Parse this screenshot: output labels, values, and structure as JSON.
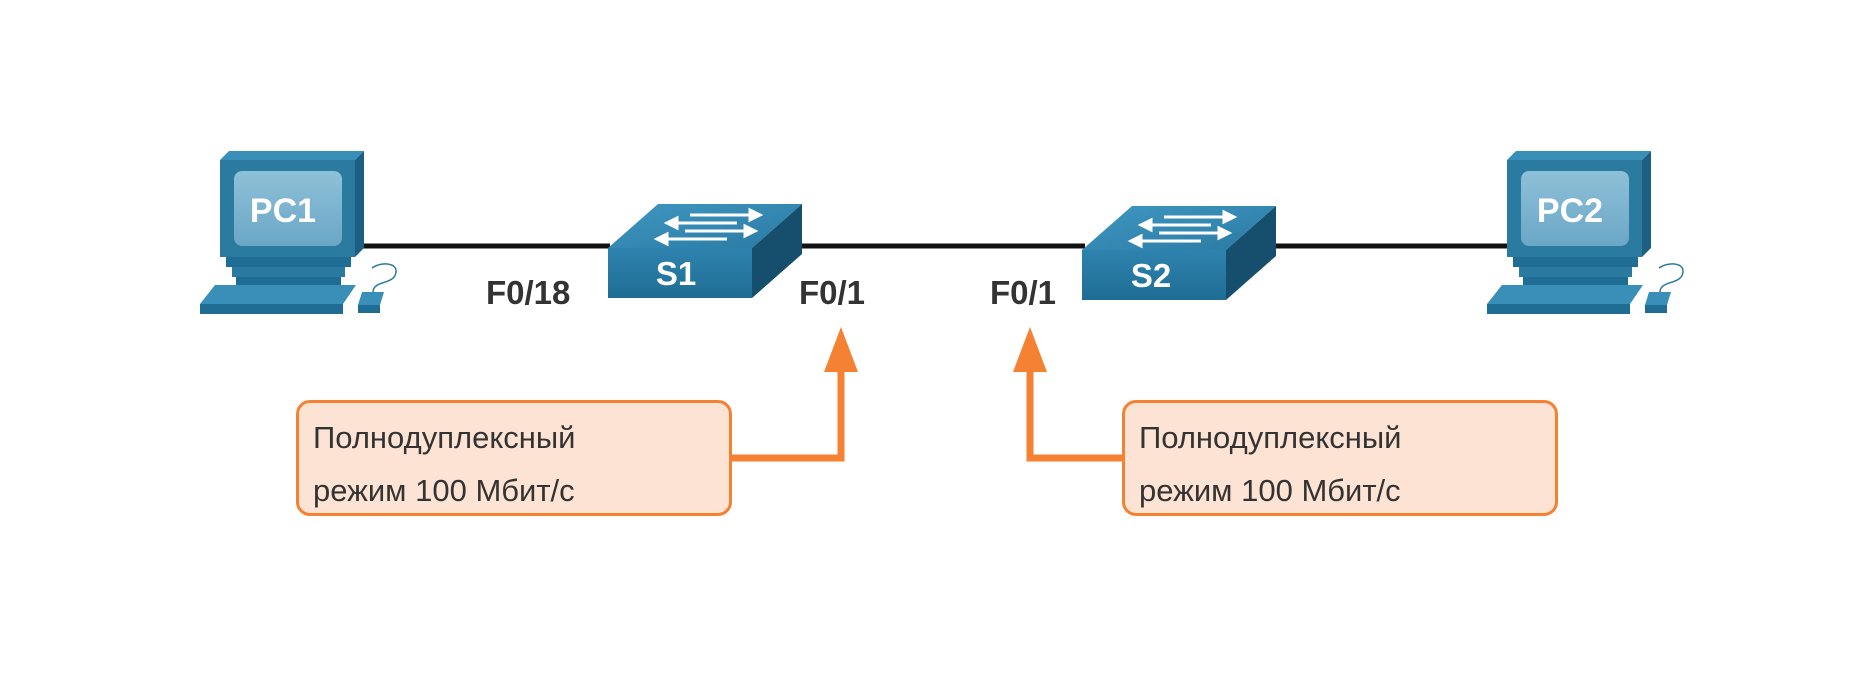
{
  "devices": {
    "pc1": {
      "label": "PC1"
    },
    "pc2": {
      "label": "PC2"
    },
    "s1": {
      "label": "S1"
    },
    "s2": {
      "label": "S2"
    }
  },
  "ports": {
    "s1_f018": "F0/18",
    "s1_f01": "F0/1",
    "s2_f01": "F0/1"
  },
  "callouts": {
    "left": {
      "line1": "Полнодуплексный",
      "line2": "режим 100 Мбит/с"
    },
    "right": {
      "line1": "Полнодуплексный",
      "line2": "режим 100 Мбит/с"
    }
  },
  "colors": {
    "device": "#2b7aa0",
    "callout_border": "#f58133",
    "callout_fill": "#fde3d4",
    "link": "#111111"
  }
}
